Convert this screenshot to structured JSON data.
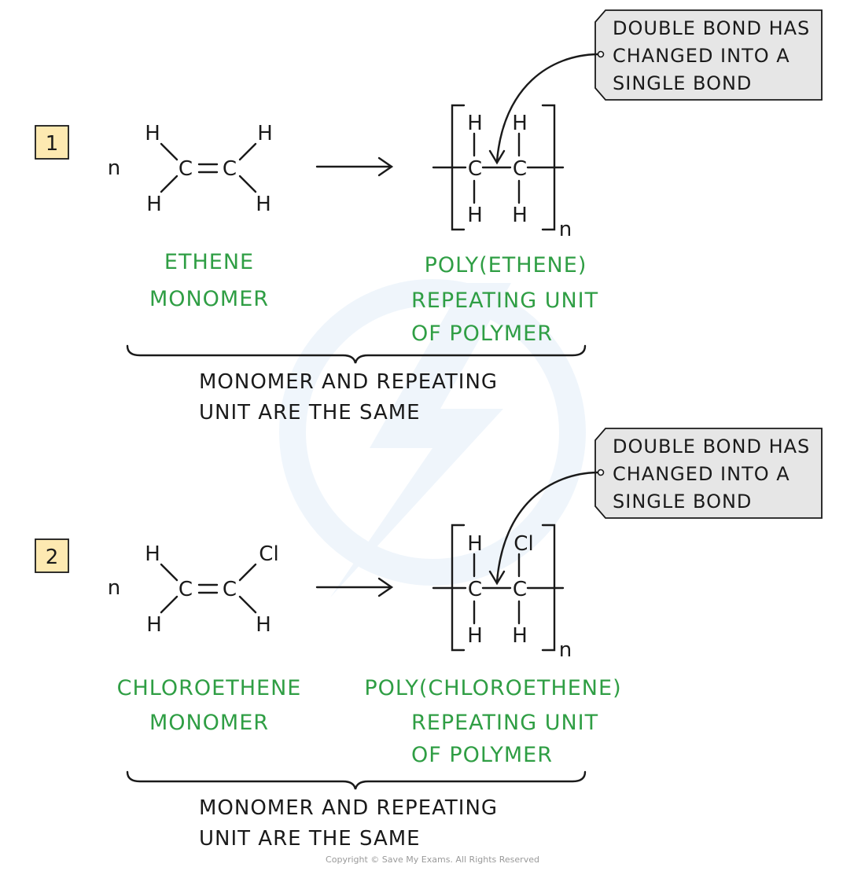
{
  "watermark": {
    "icon": "save-my-exams-lightning-logo-icon",
    "color": "#e8f1fb"
  },
  "colors": {
    "label_green": "#2f9e44",
    "step_badge_fill": "#fde9b1",
    "callout_fill": "#e6e6e6"
  },
  "steps": [
    {
      "badge": "1",
      "coefficient": "n",
      "monomer_atoms": {
        "c1": "C",
        "c2": "C",
        "top_left": "H",
        "bottom_left": "H",
        "top_right": "H",
        "bottom_right": "H"
      },
      "polymer_atoms": {
        "c1": "C",
        "c2": "C",
        "top_left": "H",
        "bottom_left": "H",
        "top_right": "H",
        "bottom_right": "H"
      },
      "subscript": "n",
      "monomer_label": [
        "ETHENE",
        "MONOMER"
      ],
      "polymer_label": [
        "POLY(ETHENE)",
        "REPEATING  UNIT",
        "OF  POLYMER"
      ],
      "brace_note": [
        "MONOMER  AND  REPEATING",
        "UNIT  ARE  THE  SAME"
      ],
      "callout": [
        "DOUBLE  BOND  HAS",
        "CHANGED  INTO  A",
        "SINGLE  BOND"
      ]
    },
    {
      "badge": "2",
      "coefficient": "n",
      "monomer_atoms": {
        "c1": "C",
        "c2": "C",
        "top_left": "H",
        "bottom_left": "H",
        "top_right": "Cl",
        "bottom_right": "H"
      },
      "polymer_atoms": {
        "c1": "C",
        "c2": "C",
        "top_left": "H",
        "bottom_left": "H",
        "top_right": "Cl",
        "bottom_right": "H"
      },
      "subscript": "n",
      "monomer_label": [
        "CHLOROETHENE",
        "MONOMER"
      ],
      "polymer_label": [
        "POLY(CHLOROETHENE)",
        "REPEATING  UNIT",
        "OF  POLYMER"
      ],
      "brace_note": [
        "MONOMER  AND  REPEATING",
        "UNIT  ARE  THE  SAME"
      ],
      "callout": [
        "DOUBLE  BOND  HAS",
        "CHANGED  INTO  A",
        "SINGLE  BOND"
      ]
    }
  ],
  "copyright": "Copyright © Save My Exams. All Rights Reserved"
}
